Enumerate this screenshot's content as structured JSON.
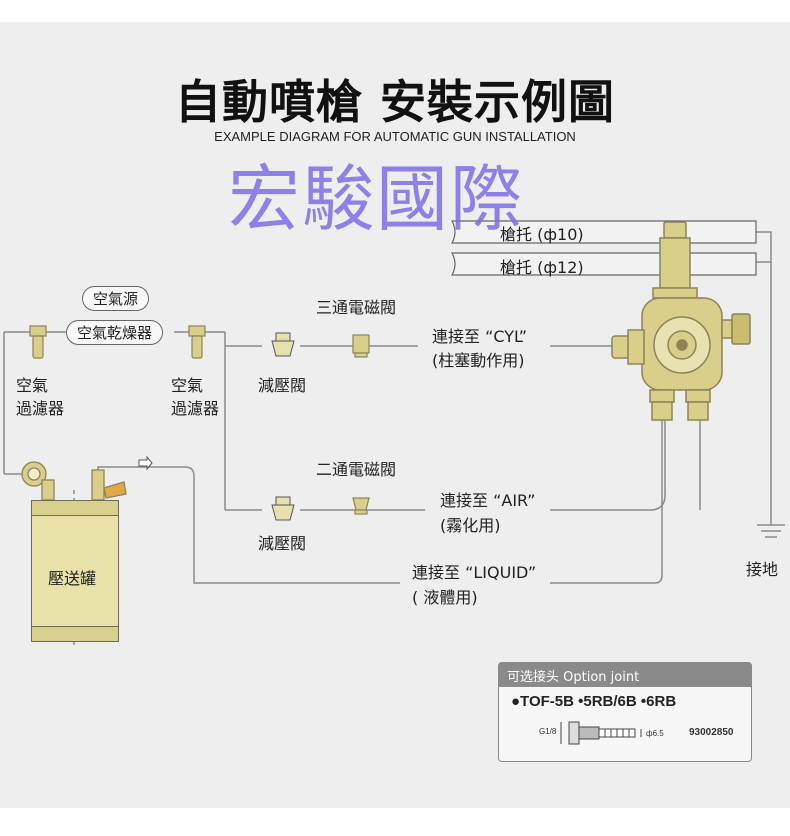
{
  "title": "自動噴槍 安裝示例圖",
  "subtitle": "EXAMPLE DIAGRAM FOR AUTOMATIC GUN INSTALLATION",
  "watermark": "宏駿國際",
  "labels": {
    "gun_holder_10": "槍托 (ф10)",
    "gun_holder_12": "槍托 (ф12)",
    "air_source": "空氣源",
    "air_dryer": "空氣乾燥器",
    "air_filter_left_1": "空氣",
    "air_filter_left_2": "過濾器",
    "air_filter_right_1": "空氣",
    "air_filter_right_2": "過濾器",
    "three_way_valve": "三通電磁閥",
    "two_way_valve": "二通電磁閥",
    "pressure_reducer_top": "減壓閥",
    "pressure_reducer_bottom": "減壓閥",
    "connect_cyl_1": "連接至 “CYL”",
    "connect_cyl_2": "(柱塞動作用)",
    "connect_air_1": "連接至 “AIR”",
    "connect_air_2": "(霧化用)",
    "connect_liquid_1": "連接至 “LIQUID”",
    "connect_liquid_2": "( 液體用)",
    "pressure_tank": "壓送罐",
    "ground": "接地"
  },
  "option_joint": {
    "header": "可选接头  Option joint",
    "models": "●TOF-5B  •5RB/6B  •6RB",
    "thread": "G1/8",
    "size": "ф6.5",
    "part_number": "93002850"
  },
  "colors": {
    "brass": "#d9cf8a",
    "brass_dark": "#8c8458",
    "line": "#8a8a8a",
    "watermark": "#7c6ee8"
  }
}
